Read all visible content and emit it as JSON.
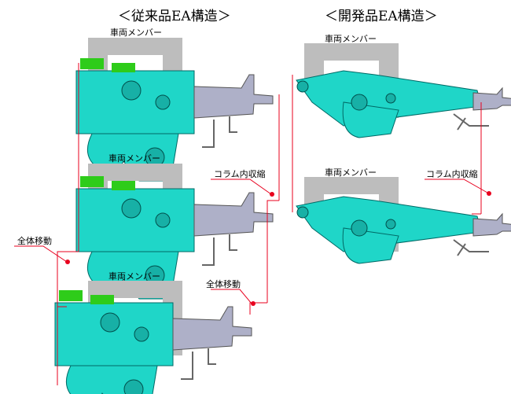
{
  "titles": {
    "conventional": "＜従来品EA構造＞",
    "developed": "＜開発品EA構造＞"
  },
  "labels": {
    "vehicle_member": "車両メンバー",
    "column_contraction": "コラム内収縮",
    "overall_movement": "全体移動"
  },
  "colors": {
    "body": "#1fd6c8",
    "member": "#bdbdbd",
    "bracket": "#2ecc1a",
    "column": "#aeb0c8",
    "marker": "#e8001e"
  }
}
